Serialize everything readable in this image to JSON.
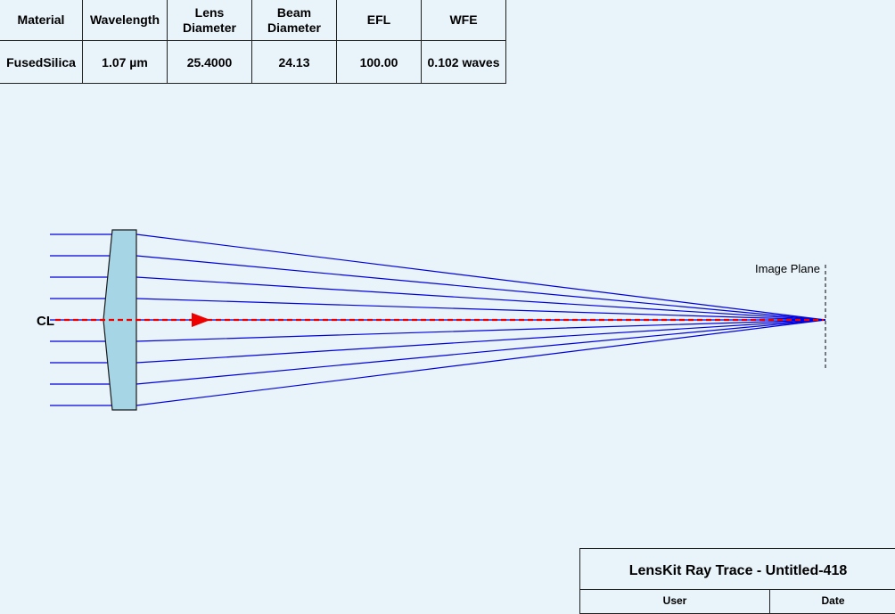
{
  "spec_table": {
    "headers": [
      [
        "Material"
      ],
      [
        "Wavelength"
      ],
      [
        "Lens",
        "Diameter"
      ],
      [
        "Beam",
        "Diameter"
      ],
      [
        "EFL"
      ],
      [
        "WFE"
      ]
    ],
    "values": [
      "FusedSilica",
      "1.07 µm",
      "25.4000",
      "24.13",
      "100.00",
      "0.102 waves"
    ]
  },
  "diagram": {
    "centerline_label": "CL",
    "image_plane_label": "Image Plane",
    "ray_count": 9,
    "colors": {
      "ray": "#0000dd",
      "centerline": "#ee0000",
      "lens_fill": "#a6d5e6",
      "lens_stroke": "#1a1a1a",
      "image_plane": "#000000"
    }
  },
  "title_block": {
    "title": "LensKit Ray Trace - Untitled-418",
    "user_label": "User",
    "date_label": "Date"
  }
}
